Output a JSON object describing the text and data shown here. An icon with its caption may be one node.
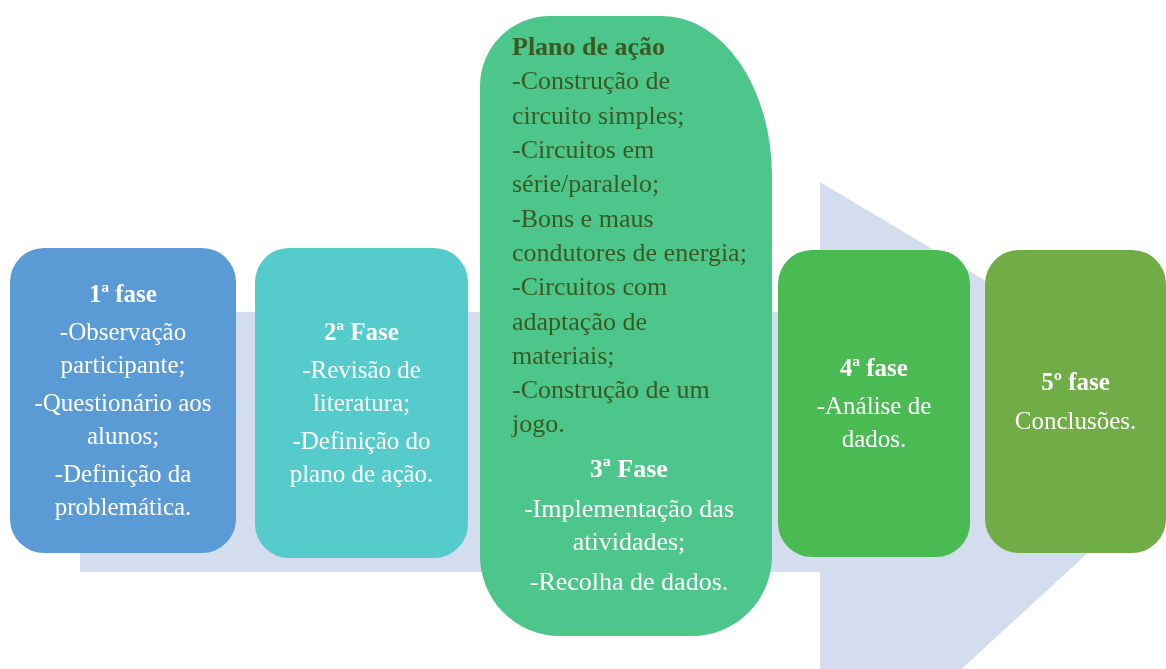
{
  "diagram": {
    "nodes": [
      {
        "text": [
          "1ª fase",
          "-Observação participante;",
          "-Questionário aos alunos;",
          "-Definição da problemática."
        ]
      },
      {
        "text": [
          "2ª Fase",
          "-Revisão de literatura;",
          "-Definição do plano de ação."
        ]
      },
      {
        "text": [
          "Plano de ação",
          "-Construção de circuito simples;",
          "-Circuitos em série/paralelo;",
          "-Bons e maus condutores de energia;",
          "-Circuitos com adaptação de materiais;",
          "-Construção de um jogo.",
          "3ª Fase",
          "-Implementação das atividades;",
          "-Recolha de dados."
        ]
      },
      {
        "text": [
          "4ª fase",
          "-Análise de dados."
        ]
      },
      {
        "text": [
          "5º fase",
          "Conclusões."
        ]
      }
    ],
    "edges": [
      {
        "from": 0,
        "to": 4,
        "arrow": "to",
        "style": "thick"
      }
    ]
  }
}
